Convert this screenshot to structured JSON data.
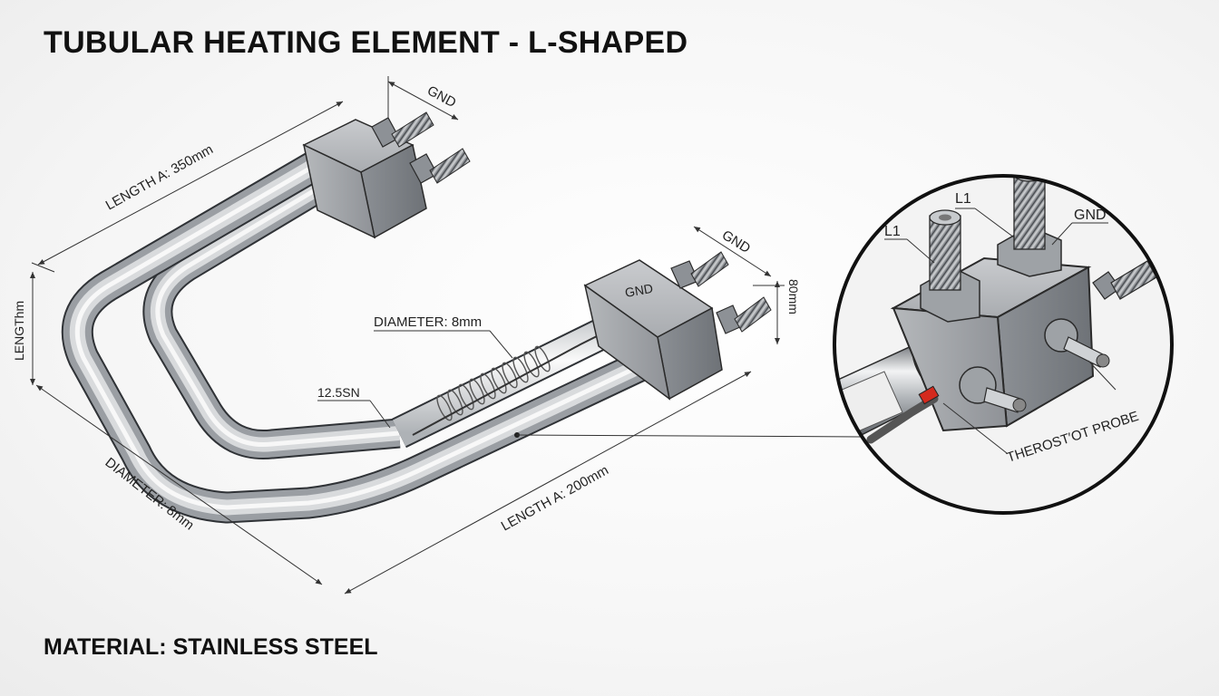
{
  "title": "TUBULAR HEATING ELEMENT - L-SHAPED",
  "material": "MATERIAL: STAINLESS STEEL",
  "labels": {
    "length_top": "LENGTH A: 350mm",
    "gnd_top": "GND",
    "length_left": "LENGThm",
    "gnd_right_dim": "GND",
    "dim_80": "80mm",
    "gnd_block": "GND",
    "diameter_center": "DIAMETER: 8mm",
    "dim_12_5": "12.5SN",
    "diameter_left": "DIAMETER: 8mm",
    "length_bottom": "LENGTH A: 200mm"
  },
  "detail": {
    "l1_left": "L1",
    "l1_top": "L1",
    "gnd": "GND",
    "probe": "THEROST′OT PROBE"
  },
  "colors": {
    "steel_light": "#e6e8ea",
    "steel_mid": "#a8acb0",
    "steel_dark": "#5d6166",
    "outline": "#2a2a2a",
    "probe_red": "#d42a1e",
    "probe_blue": "#3a7bd5"
  }
}
